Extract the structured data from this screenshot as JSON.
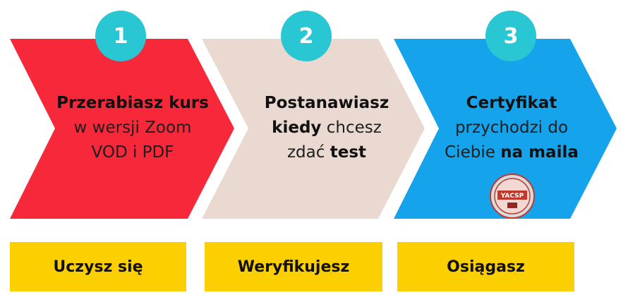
{
  "steps": [
    {
      "number": "1",
      "color": "#f7283a",
      "line1_bold": "Przerabiasz kurs",
      "line2": "w wersji Zoom",
      "line3": "VOD i PDF",
      "label": "Uczysz się"
    },
    {
      "number": "2",
      "color": "#e9d9d0",
      "line1_bold": "Postanawiasz",
      "line2_bold": "kiedy",
      "line2_rest": " chcesz",
      "line3_pre": "zdać ",
      "line3_bold": "test",
      "label": "Weryfikujesz"
    },
    {
      "number": "3",
      "color": "#15a3ec",
      "line1_bold": "Certyfikat",
      "line2": "przychodzi do",
      "line3_pre": "Ciebie ",
      "line3_bold": "na maila",
      "label": "Osiągasz",
      "seal_text": "YACSP"
    }
  ],
  "colors": {
    "badge": "#29c6d3",
    "label_box": "#fccf00"
  }
}
